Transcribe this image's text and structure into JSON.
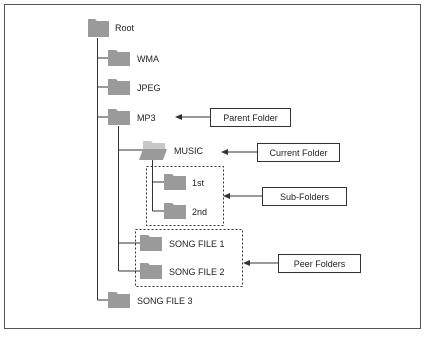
{
  "diagram": {
    "nodes": {
      "root": "Root",
      "wma": "WMA",
      "jpeg": "JPEG",
      "mp3": "MP3",
      "music": "MUSIC",
      "first": "1st",
      "second": "2nd",
      "song1": "SONG FILE 1",
      "song2": "SONG FILE 2",
      "song3": "SONG FILE 3"
    },
    "callouts": {
      "parent": "Parent Folder",
      "current": "Current Folder",
      "sub": "Sub-Folders",
      "peer": "Peer Folders"
    },
    "colors": {
      "folder": "#9a9a9a",
      "folder_open": "#b8b8b8",
      "line": "#333333",
      "border": "#555555"
    }
  }
}
